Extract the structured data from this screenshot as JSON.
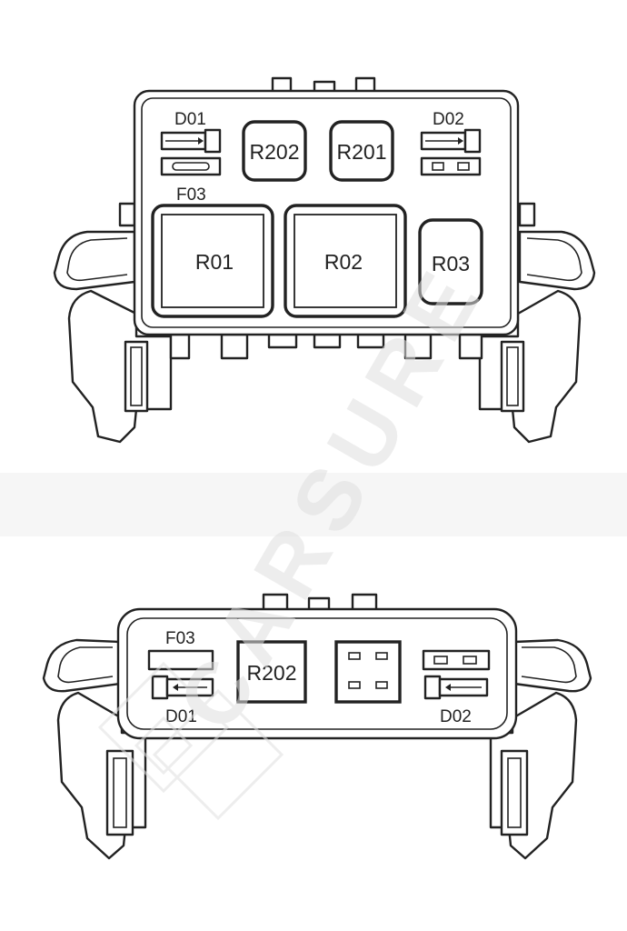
{
  "diagram": {
    "watermark": "CARSURE",
    "top_view": {
      "d01": "D01",
      "d02": "D02",
      "f03": "F03",
      "r202": "R202",
      "r201": "R201",
      "r01": "R01",
      "r02": "R02",
      "r03": "R03"
    },
    "bottom_view": {
      "f03": "F03",
      "r202": "R202",
      "d01": "D01",
      "d02": "D02"
    }
  },
  "colors": {
    "line": "#222222",
    "watermark": "#e0e0e0",
    "divider_band": "#f6f6f6"
  }
}
